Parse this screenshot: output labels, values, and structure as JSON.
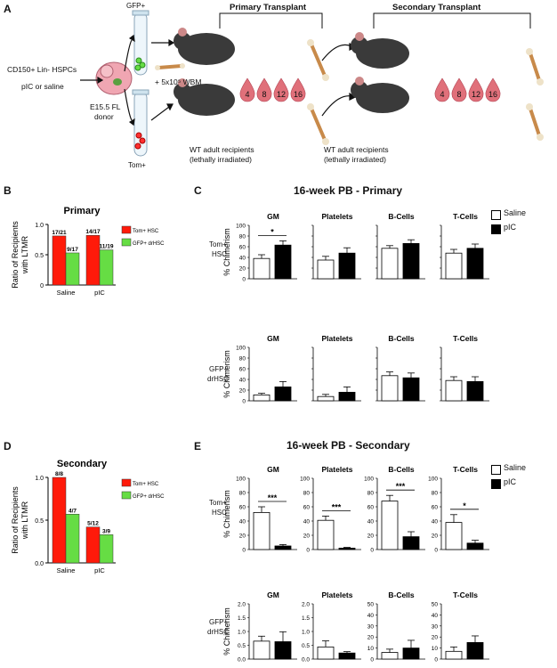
{
  "panels": {
    "a": "A",
    "b": "B",
    "c": "C",
    "d": "D",
    "e": "E"
  },
  "schematic": {
    "gfp_tube_label": "GFP+",
    "tom_tube_label": "Tom+",
    "primary_transplant": "Primary Transplant",
    "secondary_transplant": "Secondary Transplant",
    "cells_label": "CD150+ Lin- HSPCs",
    "treatment_label": "pIC or saline",
    "donor_line1": "E15.5 FL",
    "donor_line2": "donor",
    "wbm_label": "+ 5x10⁵ WBM",
    "weeks": [
      "4",
      "8",
      "12",
      "16"
    ],
    "recipients1_line1": "WT adult recipients",
    "recipients1_line2": "(lethally irradiated)",
    "recipients2_line1": "WT adult recipients",
    "recipients2_line2": "(lethally irradiated)"
  },
  "colors": {
    "tom": "#ff1a0a",
    "gfp": "#66dd44",
    "blood": "#e0707a",
    "mouse": "#3a3a3a"
  },
  "ltmr_ylabel_line1": "Ratio of Recipients",
  "ltmr_ylabel_line2": "with LTMR",
  "legend_ltmr": {
    "tom": "Tom+ HSC",
    "gfp": "GFP+ drHSC"
  },
  "legend_main": {
    "saline": "Saline",
    "pic": "pIC"
  },
  "row_labels": {
    "tom_line1": "Tom+",
    "tom_line2": "HSC",
    "gfp_line1": "GFP+",
    "gfp_line2": "drHSC"
  },
  "chimerism_label": "% Chimerism",
  "section_titles": {
    "c": "16-week PB - Primary",
    "e": "16-week PB - Secondary"
  },
  "chart_data": [
    {
      "id": "b",
      "type": "bar",
      "title": "Primary",
      "categories": [
        "Saline",
        "pIC"
      ],
      "series": [
        {
          "name": "Tom+ HSC",
          "values": [
            0.81,
            0.82
          ],
          "labels": [
            "17/21",
            "14/17"
          ]
        },
        {
          "name": "GFP+ drHSC",
          "values": [
            0.53,
            0.58
          ],
          "labels": [
            "9/17",
            "11/19"
          ]
        }
      ],
      "ylim": [
        0,
        1
      ],
      "yticks": [
        "0",
        "0.5",
        "1.0"
      ],
      "ytickvals": [
        0,
        0.5,
        1
      ]
    },
    {
      "id": "d",
      "type": "bar",
      "title": "Secondary",
      "categories": [
        "Saline",
        "pIC"
      ],
      "series": [
        {
          "name": "Tom+ HSC",
          "values": [
            1.0,
            0.42
          ],
          "labels": [
            "8/8",
            "5/12"
          ]
        },
        {
          "name": "GFP+ drHSC",
          "values": [
            0.57,
            0.33
          ],
          "labels": [
            "4/7",
            "3/9"
          ]
        }
      ],
      "ylim": [
        0,
        1
      ],
      "yticks": [
        "0.0",
        "0.5",
        "1.0"
      ],
      "ytickvals": [
        0,
        0.5,
        1
      ]
    },
    {
      "id": "c-tom-gm",
      "type": "bar",
      "title": "GM",
      "categories": [
        "Saline",
        "pIC"
      ],
      "values": [
        38,
        63
      ],
      "errors": [
        7,
        8
      ],
      "ylim": [
        0,
        100
      ],
      "yticks": [
        "0",
        "20",
        "40",
        "60",
        "80",
        "100"
      ],
      "ytickvals": [
        0,
        20,
        40,
        60,
        80,
        100
      ],
      "sig": "*"
    },
    {
      "id": "c-tom-plt",
      "type": "bar",
      "title": "Platelets",
      "categories": [
        "Saline",
        "pIC"
      ],
      "values": [
        35,
        48
      ],
      "errors": [
        7,
        10
      ],
      "ylim": [
        0,
        100
      ],
      "yticks": [],
      "ytickvals": [
        0,
        20,
        40,
        60,
        80,
        100
      ],
      "sig": ""
    },
    {
      "id": "c-tom-b",
      "type": "bar",
      "title": "B-Cells",
      "categories": [
        "Saline",
        "pIC"
      ],
      "values": [
        57,
        66
      ],
      "errors": [
        5,
        7
      ],
      "ylim": [
        0,
        100
      ],
      "yticks": [],
      "ytickvals": [
        0,
        20,
        40,
        60,
        80,
        100
      ],
      "sig": ""
    },
    {
      "id": "c-tom-t",
      "type": "bar",
      "title": "T-Cells",
      "categories": [
        "Saline",
        "pIC"
      ],
      "values": [
        48,
        57
      ],
      "errors": [
        7,
        8
      ],
      "ylim": [
        0,
        100
      ],
      "yticks": [],
      "ytickvals": [
        0,
        20,
        40,
        60,
        80,
        100
      ],
      "sig": ""
    },
    {
      "id": "c-gfp-gm",
      "type": "bar",
      "title": "GM",
      "categories": [
        "Saline",
        "pIC"
      ],
      "values": [
        11,
        26
      ],
      "errors": [
        3,
        10
      ],
      "ylim": [
        0,
        100
      ],
      "yticks": [
        "0",
        "20",
        "40",
        "60",
        "80",
        "100"
      ],
      "ytickvals": [
        0,
        20,
        40,
        60,
        80,
        100
      ],
      "sig": ""
    },
    {
      "id": "c-gfp-plt",
      "type": "bar",
      "title": "Platelets",
      "categories": [
        "Saline",
        "pIC"
      ],
      "values": [
        8,
        16
      ],
      "errors": [
        4,
        10
      ],
      "ylim": [
        0,
        100
      ],
      "yticks": [],
      "ytickvals": [
        0,
        20,
        40,
        60,
        80,
        100
      ],
      "sig": ""
    },
    {
      "id": "c-gfp-b",
      "type": "bar",
      "title": "B-Cells",
      "categories": [
        "Saline",
        "pIC"
      ],
      "values": [
        47,
        43
      ],
      "errors": [
        7,
        9
      ],
      "ylim": [
        0,
        100
      ],
      "yticks": [],
      "ytickvals": [
        0,
        20,
        40,
        60,
        80,
        100
      ],
      "sig": ""
    },
    {
      "id": "c-gfp-t",
      "type": "bar",
      "title": "T-Cells",
      "categories": [
        "Saline",
        "pIC"
      ],
      "values": [
        38,
        36
      ],
      "errors": [
        7,
        9
      ],
      "ylim": [
        0,
        100
      ],
      "yticks": [],
      "ytickvals": [
        0,
        20,
        40,
        60,
        80,
        100
      ],
      "sig": ""
    },
    {
      "id": "e-tom-gm",
      "type": "bar",
      "title": "GM",
      "categories": [
        "Saline",
        "pIC"
      ],
      "values": [
        52,
        5
      ],
      "errors": [
        8,
        2
      ],
      "ylim": [
        0,
        100
      ],
      "yticks": [
        "0",
        "20",
        "40",
        "60",
        "80",
        "100"
      ],
      "ytickvals": [
        0,
        20,
        40,
        60,
        80,
        100
      ],
      "sig": "***"
    },
    {
      "id": "e-tom-plt",
      "type": "bar",
      "title": "Platelets",
      "categories": [
        "Saline",
        "pIC"
      ],
      "values": [
        41,
        2
      ],
      "errors": [
        6,
        1
      ],
      "ylim": [
        0,
        100
      ],
      "yticks": [
        "0",
        "20",
        "40",
        "60",
        "80",
        "100"
      ],
      "ytickvals": [
        0,
        20,
        40,
        60,
        80,
        100
      ],
      "sig": "***"
    },
    {
      "id": "e-tom-b",
      "type": "bar",
      "title": "B-Cells",
      "categories": [
        "Saline",
        "pIC"
      ],
      "values": [
        68,
        18
      ],
      "errors": [
        8,
        7
      ],
      "ylim": [
        0,
        100
      ],
      "yticks": [
        "0",
        "20",
        "40",
        "60",
        "80",
        "100"
      ],
      "ytickvals": [
        0,
        20,
        40,
        60,
        80,
        100
      ],
      "sig": "***"
    },
    {
      "id": "e-tom-t",
      "type": "bar",
      "title": "T-Cells",
      "categories": [
        "Saline",
        "pIC"
      ],
      "values": [
        38,
        9
      ],
      "errors": [
        11,
        4
      ],
      "ylim": [
        0,
        100
      ],
      "yticks": [
        "0",
        "20",
        "40",
        "60",
        "80",
        "100"
      ],
      "ytickvals": [
        0,
        20,
        40,
        60,
        80,
        100
      ],
      "sig": "*"
    },
    {
      "id": "e-gfp-gm",
      "type": "bar",
      "title": "GM",
      "categories": [
        "Saline",
        "pIC"
      ],
      "values": [
        0.65,
        0.63
      ],
      "errors": [
        0.18,
        0.36
      ],
      "ylim": [
        0,
        2
      ],
      "yticks": [
        "0.0",
        "0.5",
        "1.0",
        "1.5",
        "2.0"
      ],
      "ytickvals": [
        0,
        0.5,
        1,
        1.5,
        2
      ],
      "sig": ""
    },
    {
      "id": "e-gfp-plt",
      "type": "bar",
      "title": "Platelets",
      "categories": [
        "Saline",
        "pIC"
      ],
      "values": [
        0.44,
        0.22
      ],
      "errors": [
        0.22,
        0.05
      ],
      "ylim": [
        0,
        2
      ],
      "yticks": [
        "0.0",
        "0.5",
        "1.0",
        "1.5",
        "2.0"
      ],
      "ytickvals": [
        0,
        0.5,
        1,
        1.5,
        2
      ],
      "sig": ""
    },
    {
      "id": "e-gfp-b",
      "type": "bar",
      "title": "B-Cells",
      "categories": [
        "Saline",
        "pIC"
      ],
      "values": [
        6,
        10
      ],
      "errors": [
        3,
        7
      ],
      "ylim": [
        0,
        50
      ],
      "yticks": [
        "0",
        "10",
        "20",
        "30",
        "40",
        "50"
      ],
      "ytickvals": [
        0,
        10,
        20,
        30,
        40,
        50
      ],
      "sig": ""
    },
    {
      "id": "e-gfp-t",
      "type": "bar",
      "title": "T-Cells",
      "categories": [
        "Saline",
        "pIC"
      ],
      "values": [
        7,
        15
      ],
      "errors": [
        4,
        6
      ],
      "ylim": [
        0,
        50
      ],
      "yticks": [
        "0",
        "10",
        "20",
        "30",
        "40",
        "50"
      ],
      "ytickvals": [
        0,
        10,
        20,
        30,
        40,
        50
      ],
      "sig": ""
    }
  ]
}
